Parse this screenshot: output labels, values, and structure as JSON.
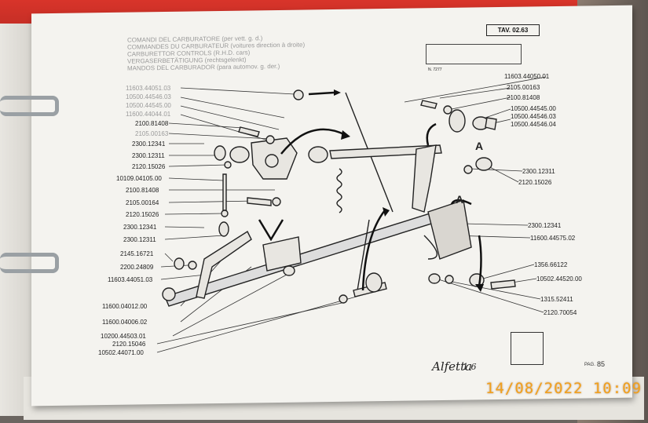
{
  "header": {
    "title_lines": [
      "COMANDI DEL CARBURATORE (per vett. g. d.)",
      "COMMANDES DU CARBURATEUR (voitures direction à droite)",
      "CARBURETTOR CONTROLS (R.H.D. cars)",
      "VERGASERBETÄTIGUNG (rechtsgelenkt)",
      "MANDOS DEL CARBURADOR (para automov. g. der.)"
    ],
    "tav_code": "TAV. 02.63",
    "model_code": "N. 7277"
  },
  "labels_left": [
    "11603.44051.03",
    "10500.44546.03",
    "10500.44545.00",
    "11600.44044.01",
    "2100.81408",
    "2105.00163",
    "2300.12341",
    "2300.12311",
    "2120.15026",
    "10109.04105.00",
    "2100.81408",
    "2105.00164",
    "2120.15026",
    "2300.12341",
    "2300.12311",
    "2145.16721",
    "2200.24809",
    "11603.44051.03",
    "11600.04012.00",
    "11600.04006.02",
    "10200.44503.01",
    "2120.15046",
    "10502.44071.00"
  ],
  "labels_right": [
    "11603.44050.01",
    "2105.00163",
    "2100.81408",
    "10500.44545.00",
    "10500.44546.03",
    "10500.44546.04",
    "2300.12311",
    "2120.15026",
    "2300.12341",
    "11600.44575.02",
    "1356.66122",
    "10502.44520.00",
    "1315.52411",
    "2120.70054"
  ],
  "detail_marks": [
    "A",
    "A"
  ],
  "footer": {
    "signature": "Alfetta",
    "signature_num": "1.6",
    "page_prefix": "PAG.",
    "page_number": "85"
  },
  "camera_stamp": "14/08/2022 10:09"
}
